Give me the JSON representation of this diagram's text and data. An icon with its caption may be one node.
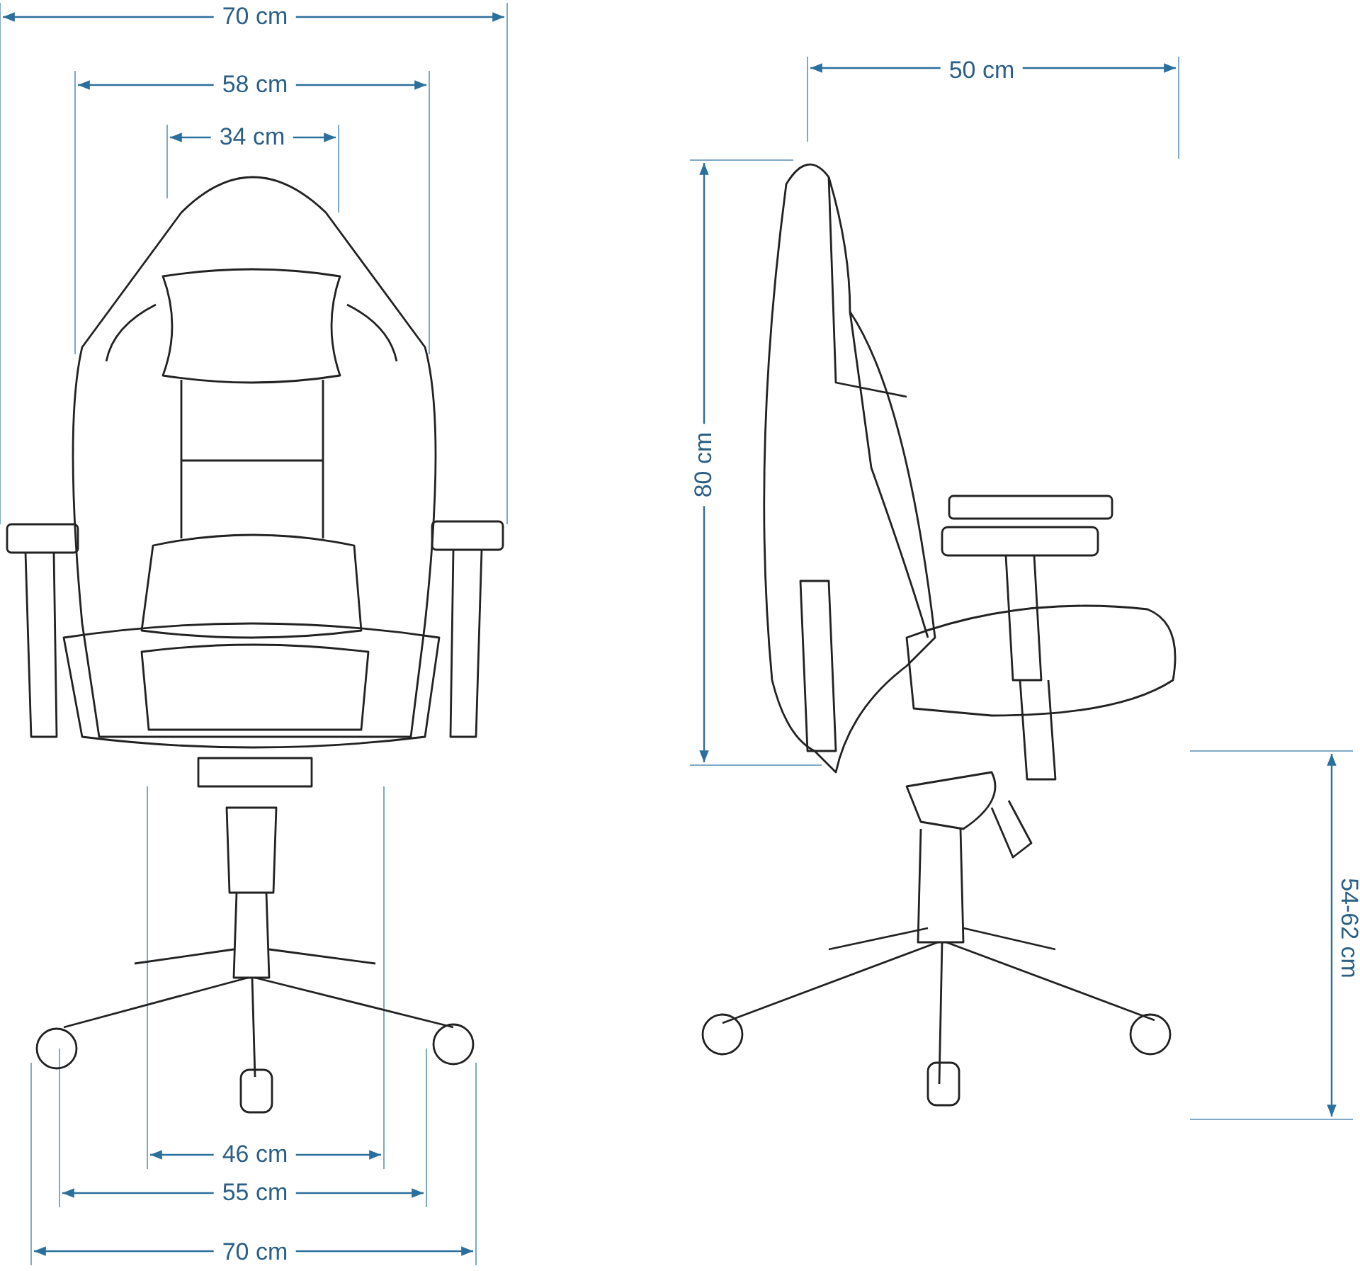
{
  "diagram": {
    "labels": [
      "70 cm",
      "50 cm",
      "58 cm",
      "34 cm",
      "80 cm",
      "54-62 cm",
      "46 cm",
      "55 cm",
      "70 cm"
    ]
  }
}
